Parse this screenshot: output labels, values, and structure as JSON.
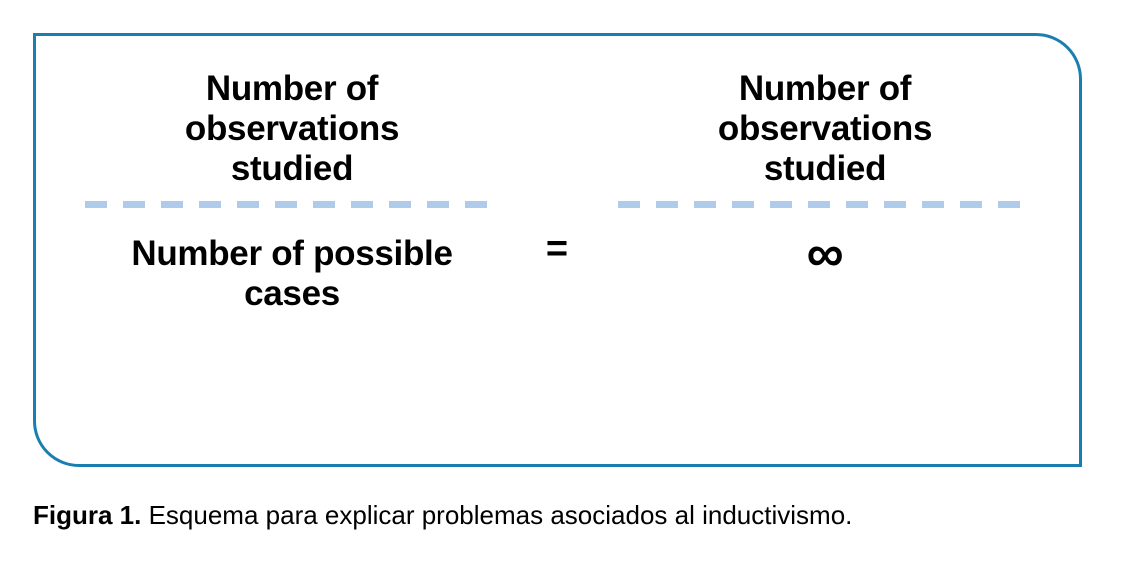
{
  "figure": {
    "border_color": "#1a7fb0",
    "fraction_bar_color": "#aecbea",
    "left_fraction": {
      "numerator": "Number of\nobservations\nstudied",
      "denominator": "Number of possible\ncases"
    },
    "operator": "=",
    "right_fraction": {
      "numerator": "Number of\nobservations\nstudied",
      "denominator": "∞"
    }
  },
  "caption": {
    "label": "Figura 1.",
    "text": " Esquema para explicar problemas asociados al inductivismo."
  }
}
